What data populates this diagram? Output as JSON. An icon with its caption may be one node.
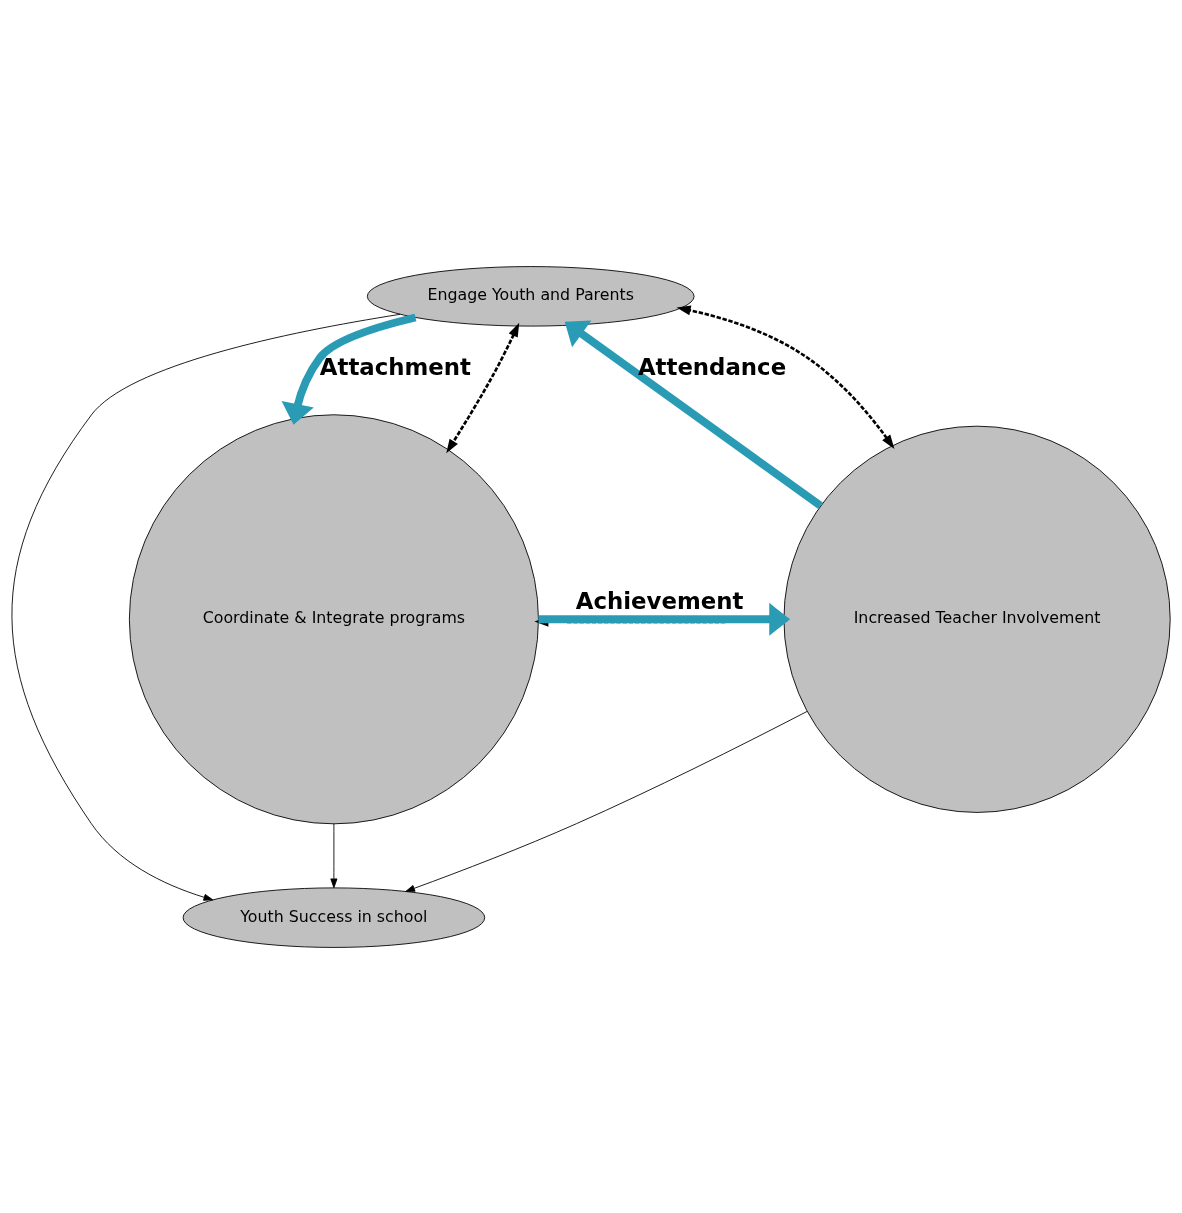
{
  "diagram": {
    "nodes": [
      {
        "text": [
          "Engage Youth and Parents"
        ]
      },
      {
        "text": [
          "Youth Success in school"
        ]
      },
      {
        "text": [
          "Increased Teacher Involvement"
        ]
      },
      {
        "text": [
          "Coordinate & Integrate programs"
        ]
      }
    ],
    "edges": [
      {
        "from": 2,
        "to": 0,
        "arrow": "to",
        "label": "Attendance",
        "style": "thick",
        "color": "#2a9bb5"
      },
      {
        "from": 0,
        "to": 3,
        "arrow": "to",
        "label": "Attachment",
        "style": "thick",
        "color": "#2a9bb5"
      },
      {
        "from": 3,
        "to": 2,
        "arrow": "to",
        "label": "Achievement",
        "style": "thick",
        "color": "#2a9bb5"
      },
      {
        "from": 2,
        "to": 0,
        "arrow": "both",
        "style": "dashed"
      },
      {
        "from": 0,
        "to": 3,
        "arrow": "both",
        "style": "dashed"
      },
      {
        "from": 2,
        "to": 3,
        "arrow": "both",
        "style": "dashed"
      },
      {
        "from": 0,
        "to": 1,
        "arrow": "to"
      },
      {
        "from": 2,
        "to": 1,
        "arrow": "to"
      },
      {
        "from": 3,
        "to": 1,
        "arrow": "to"
      }
    ]
  }
}
